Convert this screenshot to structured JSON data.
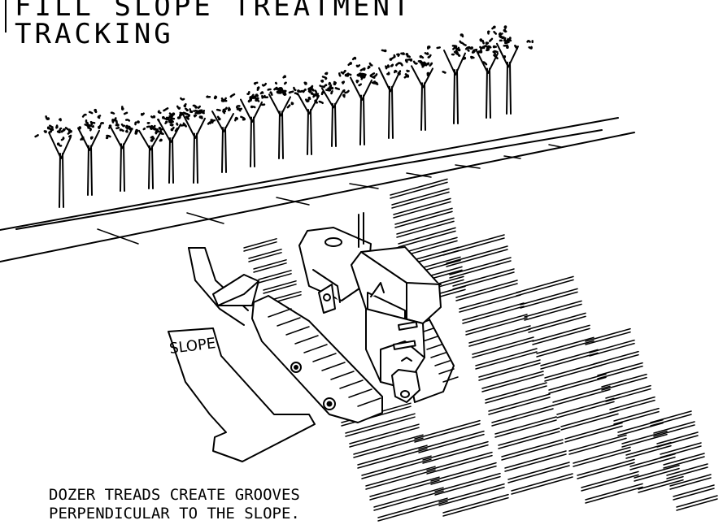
{
  "title": {
    "line1": "FILL SLOPE TREATMENT",
    "line2": "TRACKING"
  },
  "labels": {
    "slope": "SLOPE"
  },
  "caption": {
    "line1": "DOZER TREADS CREATE GROOVES",
    "line2": "PERPENDICULAR TO THE SLOPE."
  },
  "colors": {
    "ink": "#000000",
    "paper": "#ffffff"
  }
}
